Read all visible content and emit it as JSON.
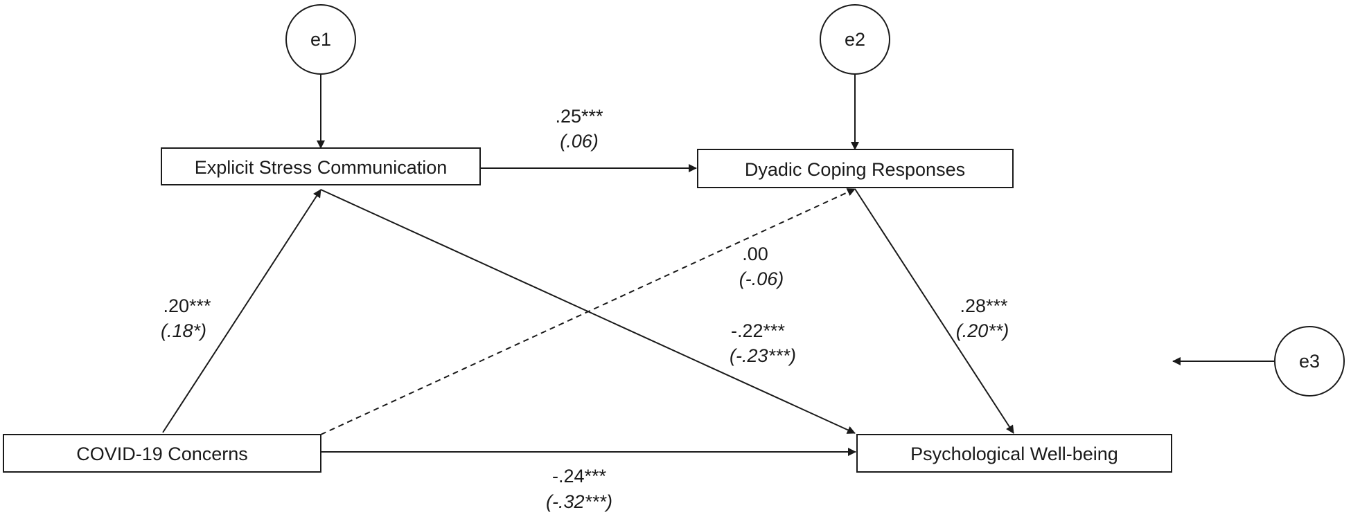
{
  "nodes": {
    "esc": "Explicit Stress Communication",
    "dcr": "Dyadic Coping Responses",
    "covid": "COVID-19 Concerns",
    "pwb": "Psychological Well-being"
  },
  "errors": {
    "e1": "e1",
    "e2": "e2",
    "e3": "e3"
  },
  "paths": {
    "esc_to_dcr": {
      "coef": ".25***",
      "se": "(.06)"
    },
    "covid_to_dcr": {
      "coef": ".00",
      "se": "(-.06)"
    },
    "covid_to_esc": {
      "coef": ".20***",
      "se": "(.18*)"
    },
    "esc_to_pwb": {
      "coef": "-.22***",
      "se": "(-.23***)"
    },
    "dcr_to_pwb": {
      "coef": ".28***",
      "se": "(.20**)"
    },
    "covid_to_pwb": {
      "coef": "-.24***",
      "se": "(-.32***)"
    }
  },
  "colors": {
    "line": "#1a1a1a",
    "background": "#ffffff"
  }
}
